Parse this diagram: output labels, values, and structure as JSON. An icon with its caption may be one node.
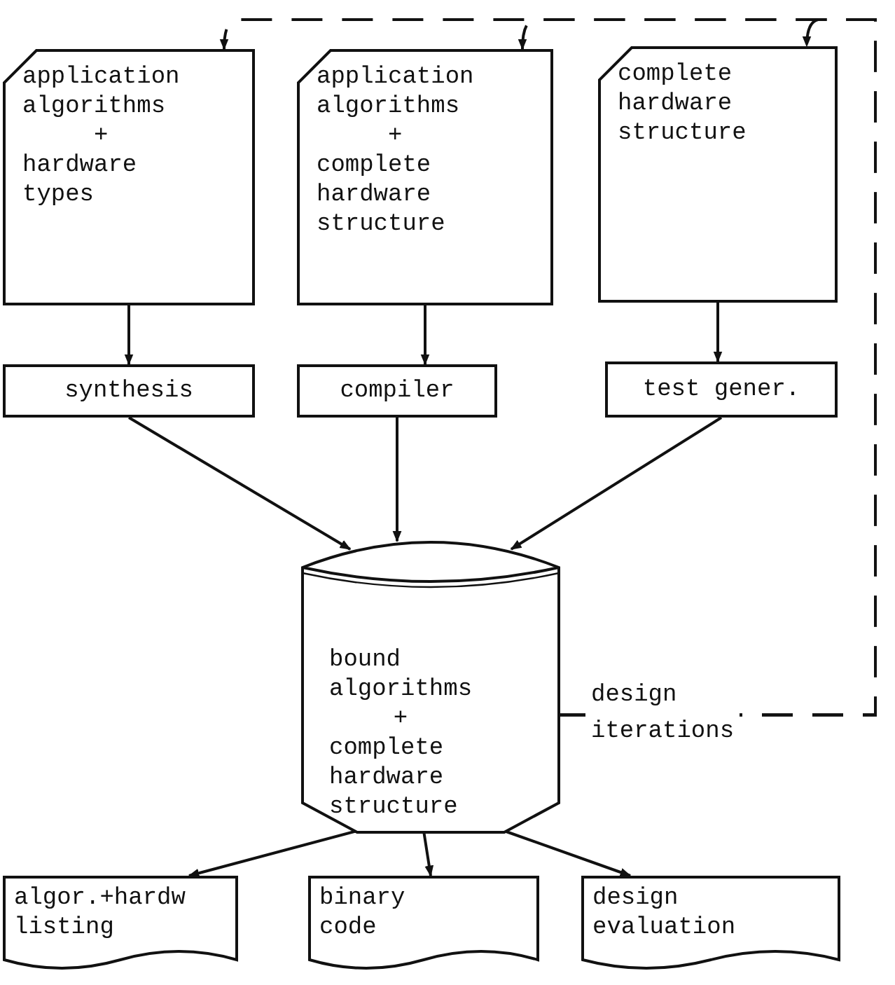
{
  "diagram": {
    "nodes": [
      {
        "text": [
          "application algorithms + hardware types"
        ]
      },
      {
        "text": [
          "application algorithms + complete hardware structure"
        ]
      },
      {
        "text": [
          "complete hardware structure"
        ]
      },
      {
        "text": [
          "synthesis"
        ]
      },
      {
        "text": [
          "compiler"
        ]
      },
      {
        "text": [
          "test gener."
        ]
      },
      {
        "text": [
          "bound algorithms + complete hardware structure"
        ]
      },
      {
        "text": [
          "algor.+hardw listing"
        ]
      },
      {
        "text": [
          "binary code"
        ]
      },
      {
        "text": [
          "design evaluation"
        ]
      }
    ],
    "edges": [
      {
        "from": 0,
        "to": 3,
        "arrow": "to"
      },
      {
        "from": 1,
        "to": 4,
        "arrow": "to"
      },
      {
        "from": 2,
        "to": 5,
        "arrow": "to"
      },
      {
        "from": 3,
        "to": 6,
        "arrow": "to"
      },
      {
        "from": 4,
        "to": 6,
        "arrow": "to"
      },
      {
        "from": 5,
        "to": 6,
        "arrow": "to"
      },
      {
        "from": 6,
        "to": 7,
        "arrow": "to"
      },
      {
        "from": 6,
        "to": 8,
        "arrow": "to"
      },
      {
        "from": 6,
        "to": 9,
        "arrow": "to"
      },
      {
        "from": 6,
        "to": 0,
        "arrow": "to",
        "style": "dashed",
        "label": "design iterations"
      },
      {
        "from": 6,
        "to": 1,
        "arrow": "to",
        "style": "dashed"
      },
      {
        "from": 6,
        "to": 2,
        "arrow": "to",
        "style": "dashed"
      }
    ]
  }
}
